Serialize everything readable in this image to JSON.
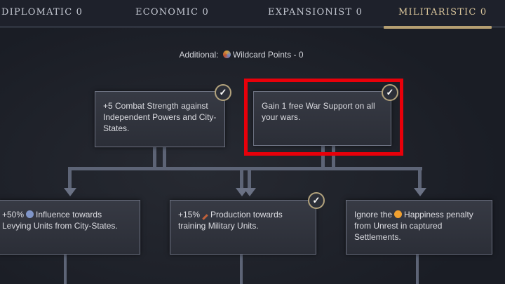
{
  "tabs": [
    {
      "label": "DIPLOMATIC 0",
      "active": false
    },
    {
      "label": "ECONOMIC 0",
      "active": false
    },
    {
      "label": "EXPANSIONIST 0",
      "active": false
    },
    {
      "label": "MILITARISTIC 0",
      "active": true
    }
  ],
  "additional": {
    "prefix": "Additional:",
    "icon": "wildcard-points-icon",
    "text": "Wildcard Points - 0"
  },
  "cards": [
    {
      "text": "+5 Combat Strength against Independent Powers and City-States.",
      "completed": true
    },
    {
      "text": "Gain 1 free War Support on all your wars.",
      "completed": true,
      "highlighted": true
    },
    {
      "pre": "+50%",
      "icon": "influence-icon",
      "post": "Influence towards Levying Units from City-States.",
      "completed": false
    },
    {
      "pre": "+15%",
      "icon": "production-icon",
      "post": "Production towards training Military Units.",
      "completed": true
    },
    {
      "pre": "Ignore the",
      "icon": "happiness-icon",
      "post": "Happiness penalty from Unrest in captured Settlements.",
      "completed": false
    }
  ],
  "colors": {
    "active_tab": "#d8c49a",
    "highlight": "#e8000a"
  }
}
